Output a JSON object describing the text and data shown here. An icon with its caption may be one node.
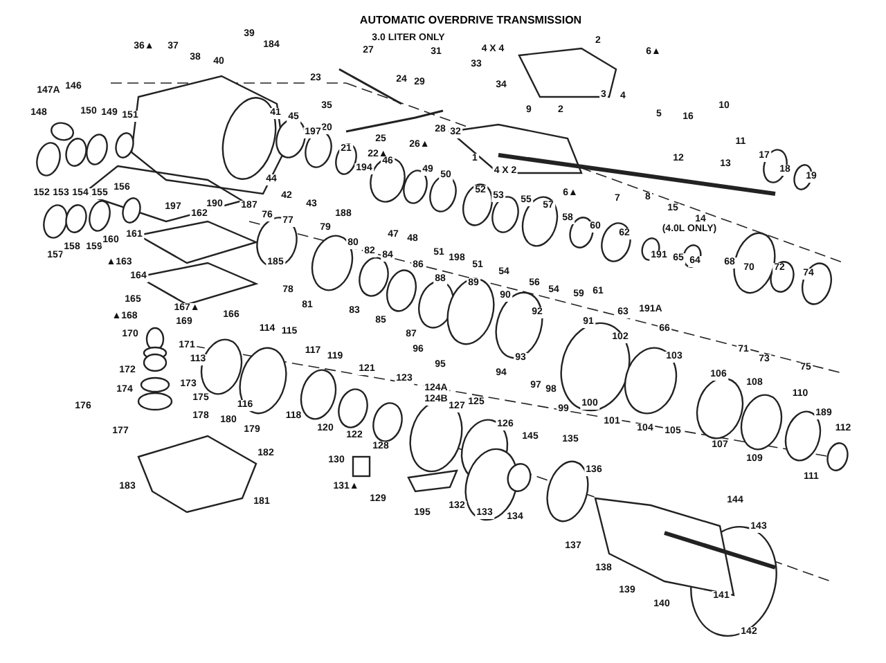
{
  "diagram": {
    "title": "AUTOMATIC OVERDRIVE TRANSMISSION",
    "labels": [
      "3.0 LITER ONLY",
      "36▲",
      "37",
      "38",
      "39",
      "40",
      "184",
      "27",
      "31",
      "4 X 4",
      "2",
      "6▲",
      "33",
      "34",
      "24",
      "29",
      "23",
      "35",
      "20",
      "28",
      "32",
      "25",
      "26▲",
      "21",
      "22▲",
      "9",
      "2",
      "3",
      "4",
      "5",
      "16",
      "10",
      "11",
      "12",
      "13",
      "1",
      "4 X 2",
      "17",
      "18",
      "19",
      "6▲",
      "7",
      "8",
      "15",
      "14",
      "147A",
      "146",
      "148",
      "150",
      "149",
      "151",
      "41",
      "45",
      "197",
      "44",
      "194",
      "46",
      "49",
      "50",
      "52",
      "53",
      "55",
      "57",
      "58",
      "60",
      "62",
      "152",
      "153",
      "154",
      "155",
      "156",
      "197",
      "190",
      "187",
      "42",
      "43",
      "188",
      "47",
      "48",
      "51",
      "198",
      "51",
      "54",
      "56",
      "54",
      "59",
      "61",
      "63",
      "(4.0L ONLY)",
      "191",
      "65",
      "64",
      "191A",
      "66",
      "68",
      "70",
      "72",
      "74",
      "71",
      "73",
      "75",
      "162",
      "76",
      "77",
      "79",
      "157",
      "158",
      "159",
      "160",
      "161",
      "▲163",
      "164",
      "185",
      "78",
      "80",
      "82",
      "84",
      "81",
      "83",
      "86",
      "85",
      "88",
      "87",
      "89",
      "90",
      "92",
      "91",
      "165",
      "167▲",
      "▲168",
      "166",
      "169",
      "170",
      "171",
      "96",
      "95",
      "93",
      "94",
      "97",
      "98",
      "99",
      "100",
      "101",
      "102",
      "103",
      "104",
      "105",
      "106",
      "108",
      "110",
      "189",
      "112",
      "107",
      "109",
      "111",
      "113",
      "114",
      "115",
      "116",
      "117",
      "118",
      "119",
      "120",
      "121",
      "122",
      "123",
      "124A",
      "124B",
      "127",
      "125",
      "126",
      "145",
      "135",
      "172",
      "173",
      "174",
      "175",
      "176",
      "177",
      "178",
      "180",
      "179",
      "182",
      "183",
      "181",
      "130",
      "128",
      "131▲",
      "129",
      "195",
      "132",
      "133",
      "134",
      "136",
      "137",
      "138",
      "139",
      "140",
      "144",
      "143",
      "141",
      "142"
    ]
  }
}
